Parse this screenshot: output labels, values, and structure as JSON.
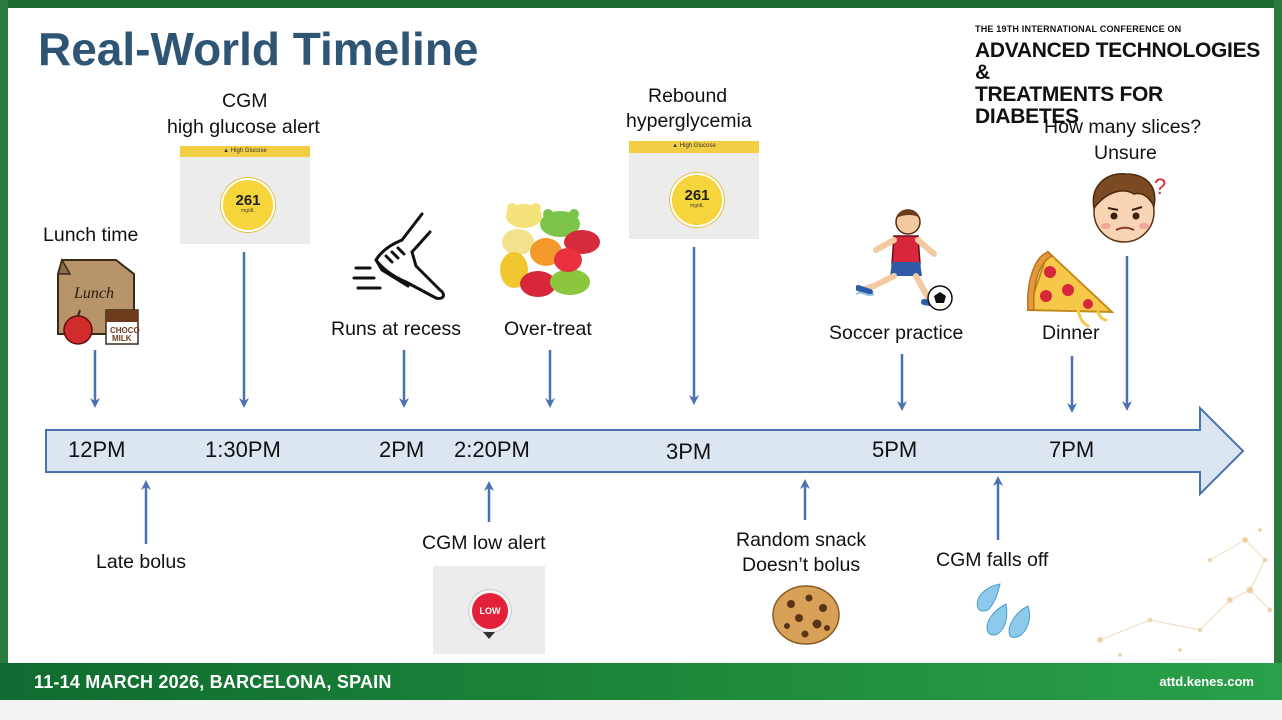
{
  "slide": {
    "title": "Real-World Timeline",
    "conference": {
      "line1": "THE 19TH INTERNATIONAL CONFERENCE ON",
      "line2": "ADVANCED TECHNOLOGIES &",
      "line3": "TREATMENTS FOR DIABETES"
    },
    "footer": {
      "left": "11-14 MARCH 2026, BARCELONA, SPAIN",
      "right": "attd.kenes.com"
    },
    "colors": {
      "accent": "#2f5575",
      "arrow": "#4b72b0",
      "timeline_fill": "#dce6f1",
      "footer_green": "#1e8a3a",
      "cgm_yellow": "#f2ce45",
      "low_red": "#e3213b"
    }
  },
  "timeline": {
    "times": [
      "12PM",
      "1:30PM",
      "2PM",
      "2:20PM",
      "3PM",
      "5PM",
      "7PM"
    ]
  },
  "events_above": {
    "lunch": "Lunch time",
    "lunch_bag_text": "Lunch",
    "milk_text_1": "CHOCO",
    "milk_text_2": "MILK",
    "cgm_high_1": "CGM",
    "cgm_high_2": "high glucose alert",
    "runs": "Runs at recess",
    "overtreat": "Over-treat",
    "rebound_1": "Rebound",
    "rebound_2": "hyperglycemia",
    "soccer": "Soccer practice",
    "dinner": "Dinner",
    "slices_1": "How many slices?",
    "slices_2": "Unsure"
  },
  "events_below": {
    "late_bolus": "Late bolus",
    "cgm_low": "CGM low alert",
    "snack_1": "Random snack",
    "snack_2": "Doesn’t bolus",
    "cgm_falls": "CGM falls off"
  },
  "cgm": {
    "high_label": "High Glucose",
    "value": "261",
    "unit": "mg/dL",
    "low_label": "LOW"
  },
  "icons": [
    "lunch-bag-icon",
    "sneaker-icon",
    "gummy-bears-icon",
    "soccer-player-icon",
    "pizza-icon",
    "confused-boy-icon",
    "cookie-icon",
    "water-drops-icon",
    "warning-icon"
  ]
}
